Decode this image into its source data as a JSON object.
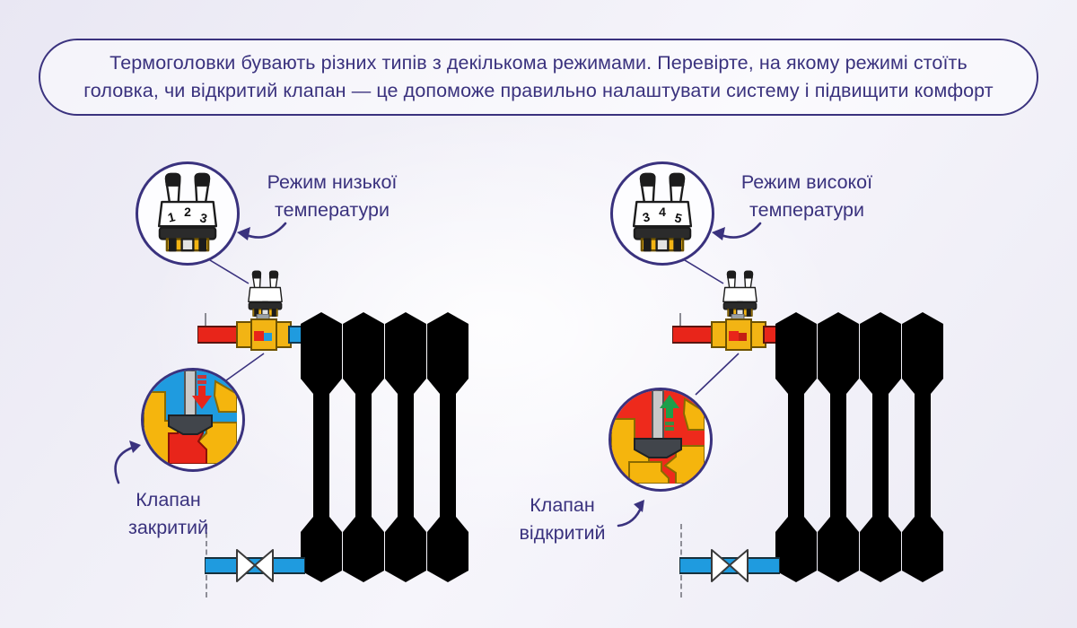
{
  "banner": {
    "text": "Термоголовки бувають різних типів з декількома режимами. Перевірте, на якому режимі стоїть головка, чи відкритий клапан — це допоможе правильно налаштувати систему і підвищити комфорт"
  },
  "colors": {
    "accent_purple": "#3a327e",
    "hot_red": "#ee2a1c",
    "cold_blue": "#1f9bdf",
    "warm_teal": "#23aed2",
    "brass_yellow": "#f2b414",
    "open_arrow_green": "#1d9e4a",
    "closed_arrow_red": "#e8251a"
  },
  "diagrams": [
    {
      "id": "low-temperature",
      "mode_label_lines": [
        "Режим низької",
        "температури"
      ],
      "head_numbers": [
        "1",
        "2",
        "3"
      ],
      "valve_label_lines": [
        "Клапан",
        "закритий"
      ],
      "valve_state": "closed",
      "radiator_state": "cold"
    },
    {
      "id": "high-temperature",
      "mode_label_lines": [
        "Режим високої",
        "температури"
      ],
      "head_numbers": [
        "3",
        "4",
        "5"
      ],
      "valve_label_lines": [
        "Клапан",
        "відкритий"
      ],
      "valve_state": "open",
      "radiator_state": "hot"
    }
  ]
}
